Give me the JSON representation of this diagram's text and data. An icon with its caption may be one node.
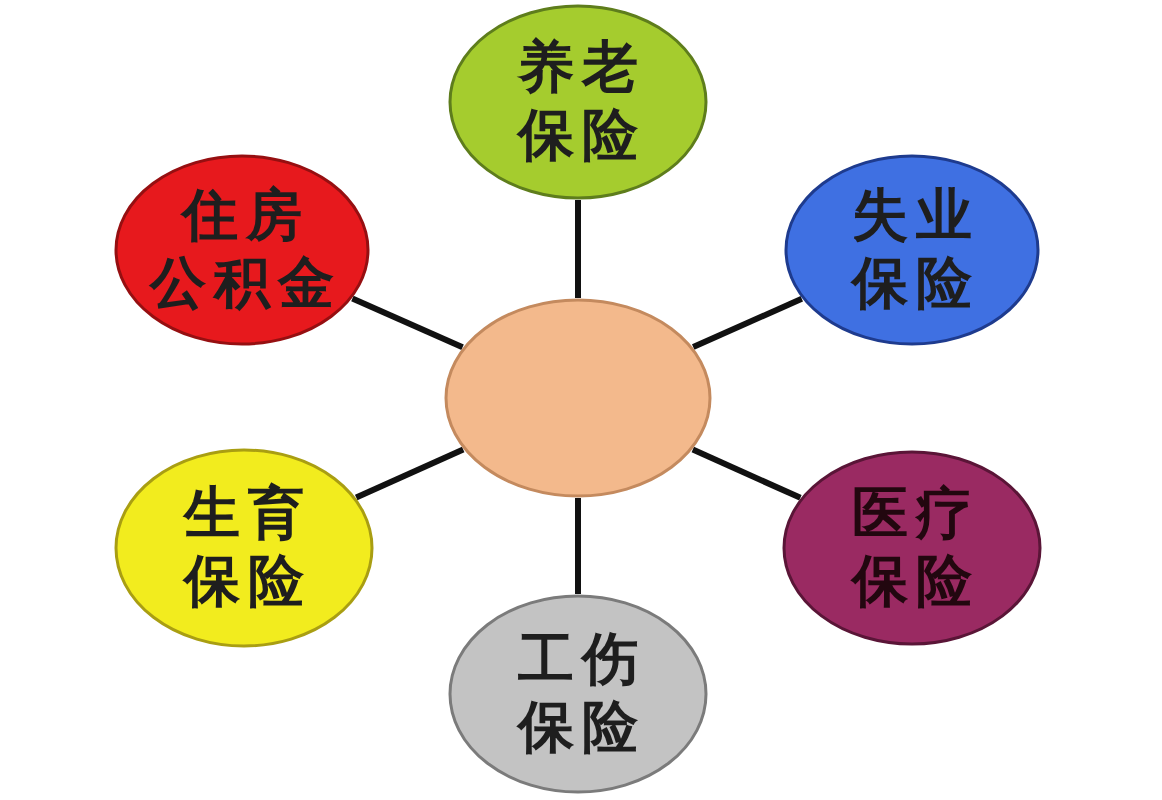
{
  "diagram": {
    "nodes": [
      {
        "text": [
          "养老保险"
        ]
      },
      {
        "text": [
          "住房公积金"
        ]
      },
      {
        "text": [
          "失业保险"
        ]
      },
      {
        "text": [],
        "shape": "circle"
      },
      {
        "text": [
          "生育保险"
        ]
      },
      {
        "text": [
          "医疗保险"
        ]
      },
      {
        "text": [
          "工伤保险"
        ]
      }
    ],
    "edges": [
      {
        "from": 3,
        "to": 0,
        "arrow": "none"
      },
      {
        "from": 3,
        "to": 1,
        "arrow": "none"
      },
      {
        "from": 3,
        "to": 2,
        "arrow": "none"
      },
      {
        "from": 3,
        "to": 4,
        "arrow": "none"
      },
      {
        "from": 3,
        "to": 5,
        "arrow": "none"
      },
      {
        "from": 3,
        "to": 6,
        "arrow": "none"
      }
    ]
  }
}
